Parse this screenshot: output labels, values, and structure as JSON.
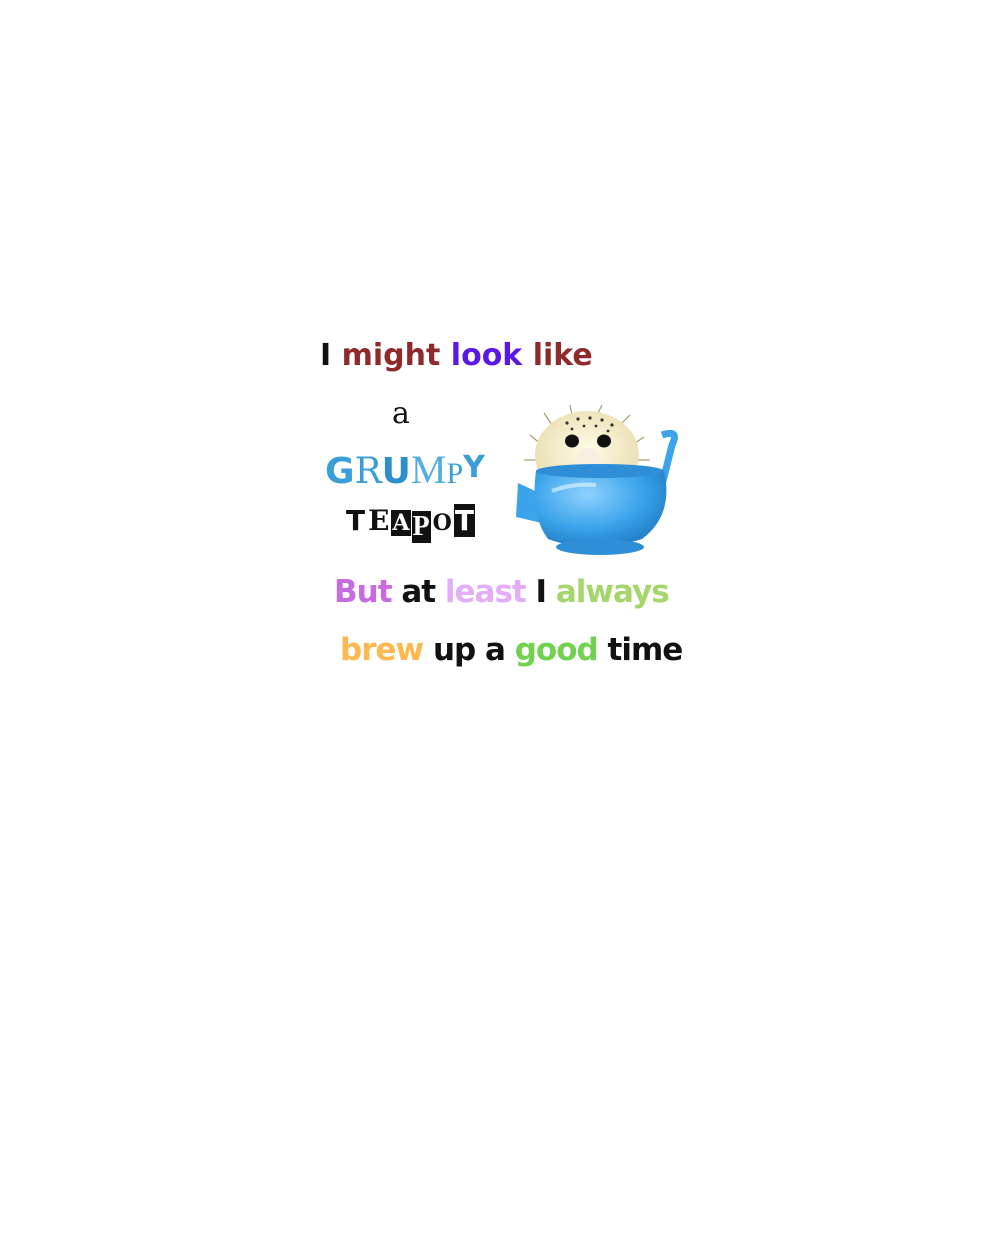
{
  "line1": {
    "w1": "I",
    "w2": "might",
    "w3": "look",
    "w4": "like"
  },
  "line2": {
    "a": "a",
    "grumpy": [
      "G",
      "R",
      "U",
      "M",
      "P",
      "Y"
    ],
    "teapot": [
      "T",
      "E",
      "A",
      "P",
      "O",
      "T"
    ]
  },
  "line3": {
    "w1": "But",
    "w2": "at",
    "w3": "least",
    "w4": "I",
    "w5": "always"
  },
  "line4": {
    "w1": "brew",
    "w2": "up",
    "w3": "a",
    "w4": "good",
    "w5": "time"
  },
  "colors": {
    "black": "#111111",
    "maroon": "#8e2a2a",
    "purple": "#5a17e6",
    "magenta": "#c96be0",
    "lilac": "#e3aef7",
    "lime": "#a5d66b",
    "orange": "#ffb74f",
    "green": "#72d24f",
    "blue": "#3a9ed8"
  },
  "illustration": {
    "icon": "pufferfish-in-teapot-icon"
  }
}
